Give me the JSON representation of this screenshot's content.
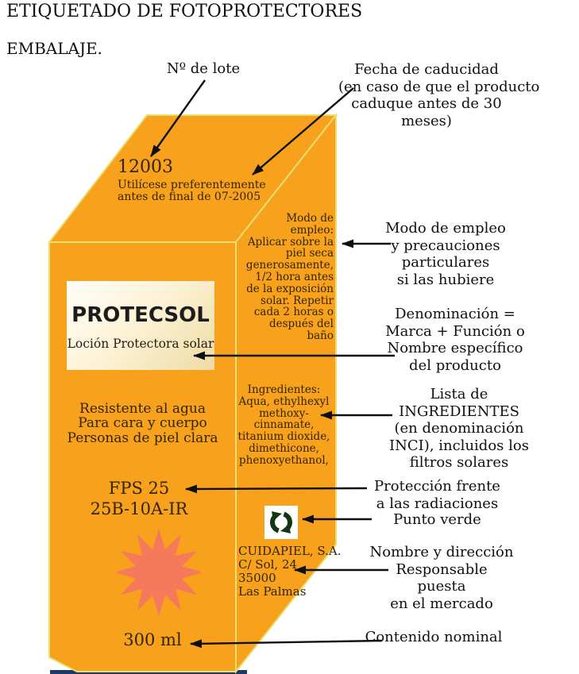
{
  "title": "ETIQUETADO DE FOTOPROTECTORES",
  "subtitle": "EMBALAJE.",
  "colors": {
    "box_orange": "#F7A11C",
    "edge_highlight": "#E7DF6F",
    "starburst_salmon": "#F5795B",
    "bottom_bar_navy": "#1F3864",
    "box_text": "#332500",
    "annotation_text": "#101010",
    "green_dot_symbol": "#143614"
  },
  "package": {
    "top_face": {
      "lot_number": "12003",
      "expiry_lines": [
        "Utilícese preferentemente",
        "antes de final de 07-2005"
      ]
    },
    "front_face": {
      "brand": "PROTECSOL",
      "denomination": "Loción Protectora solar",
      "claims": [
        "Resistente al agua",
        "Para cara y cuerpo",
        "Personas de piel clara"
      ],
      "spf": "FPS 25",
      "protection_code": "25B-10A-IR",
      "net_content": "300 ml"
    },
    "side_face": {
      "usage_lines": [
        "Modo de",
        "empleo:",
        "Aplicar sobre la",
        "piel seca",
        "generosamente,",
        "1/2 hora antes",
        "de la exposición",
        "solar. Repetir",
        "cada 2 horas o",
        "después del",
        "baño"
      ],
      "ingredient_lines": [
        "Ingredientes:",
        "Aqua, ethylhexyl",
        "methoxy-",
        "cinnamate,",
        "titanium dioxide,",
        "dimethicone,",
        "phenoxyethanol,"
      ],
      "company_lines": [
        "CUIDAPIEL, S.A.",
        "C/ Sol, 24",
        "35000",
        "Las Palmas"
      ]
    }
  },
  "annotations": {
    "lot": {
      "text": "Nº de lote"
    },
    "expiry": {
      "lines": [
        "Fecha de caducidad",
        "(en caso de que el producto",
        "caduque antes de 30",
        "meses)"
      ]
    },
    "usage": {
      "lines": [
        "Modo de empleo",
        "y precauciones",
        "particulares",
        "si las hubiere"
      ]
    },
    "denomination": {
      "lines": [
        "Denominación =",
        "Marca + Función o",
        "Nombre específico",
        "del producto"
      ]
    },
    "ingredients": {
      "lines": [
        "Lista de",
        "INGREDIENTES",
        "(en denominación",
        "INCI), incluidos los",
        "filtros solares"
      ]
    },
    "protection": {
      "lines": [
        "Protección frente",
        "a las radiaciones"
      ]
    },
    "green_dot": {
      "text": "Punto verde"
    },
    "responsible": {
      "lines": [
        "Nombre y dirección",
        "Responsable",
        "puesta",
        "en el mercado"
      ]
    },
    "content": {
      "text": "Contenido nominal"
    }
  }
}
